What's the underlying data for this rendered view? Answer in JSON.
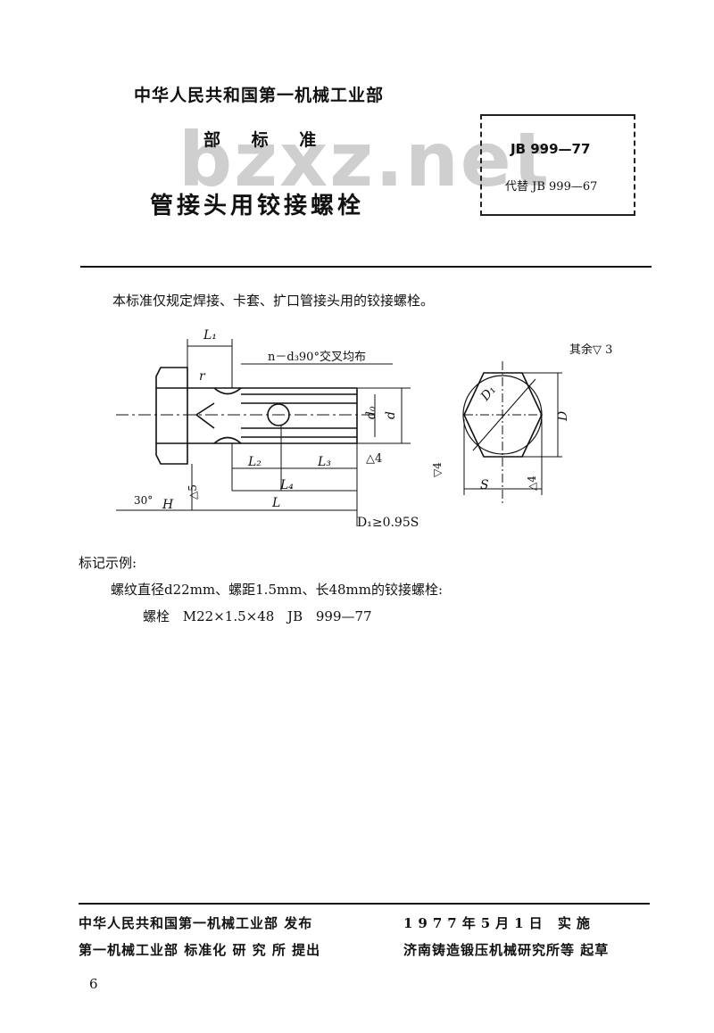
{
  "header": {
    "ministry": "中华人民共和国第一机械工业部",
    "standard_type": "部 标 准",
    "title": "管接头用铰接螺栓",
    "watermark": "bzxz.net",
    "code": "JB 999—77",
    "replaces": "代替 JB 999—67"
  },
  "body": {
    "scope": "本标准仅规定焊接、卡套、扩口管接头用的铰接螺栓。",
    "drawing": {
      "hole_note": "n－d₃90°交叉均布",
      "surface_note": "其余▽ 3",
      "labels": {
        "L1": "L₁",
        "L2": "L₂",
        "L3": "L₃",
        "L4": "L₄",
        "L": "L",
        "H": "H",
        "r": "r",
        "d0": "d₀",
        "d": "d",
        "D": "D",
        "D1": "D₁",
        "S": "S",
        "angle": "30°",
        "tri4": "△4",
        "tri5": "△5",
        "v4": "▽4",
        "tri4b": "△4"
      },
      "formula": "D₁≥0.95S"
    },
    "marking_title": "标记示例:",
    "marking_desc": "螺纹直径d22mm、螺距1.5mm、长48mm的铰接螺栓:",
    "marking_example": "螺栓 M22×1.5×48 JB 999—77"
  },
  "footer": {
    "left1": "中华人民共和国第一机械工业部 发布",
    "left2": "第一机械工业部 标准化 研 究 所 提出",
    "right1": "1977年5月1日 实施",
    "right2": "济南铸造锻压机械研究所等 起草"
  },
  "page_number": "6"
}
